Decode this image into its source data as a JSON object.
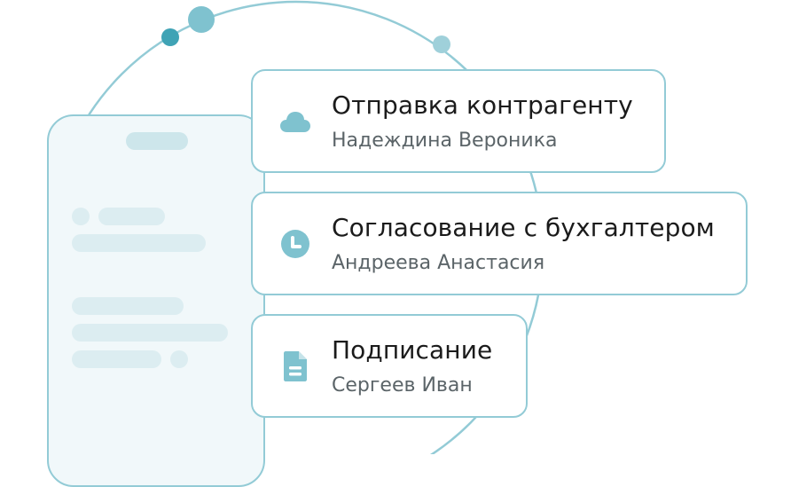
{
  "colors": {
    "accent": "#7fc2cf",
    "accent_dark": "#3fa3b5",
    "border": "#93cbd6",
    "phone_bg": "#f1f8fa",
    "skeleton": "#dcedf1",
    "title_text": "#1b1b1b",
    "sub_text": "#5b6468"
  },
  "workflow": {
    "steps": [
      {
        "title": "Отправка контрагенту",
        "assignee": "Надеждина Вероника",
        "icon": "cloud-icon"
      },
      {
        "title": "Согласование с бухгалтером",
        "assignee": "Андреева Анастасия",
        "icon": "clock-icon"
      },
      {
        "title": "Подписание",
        "assignee": "Сергеев Иван",
        "icon": "document-icon"
      }
    ]
  }
}
